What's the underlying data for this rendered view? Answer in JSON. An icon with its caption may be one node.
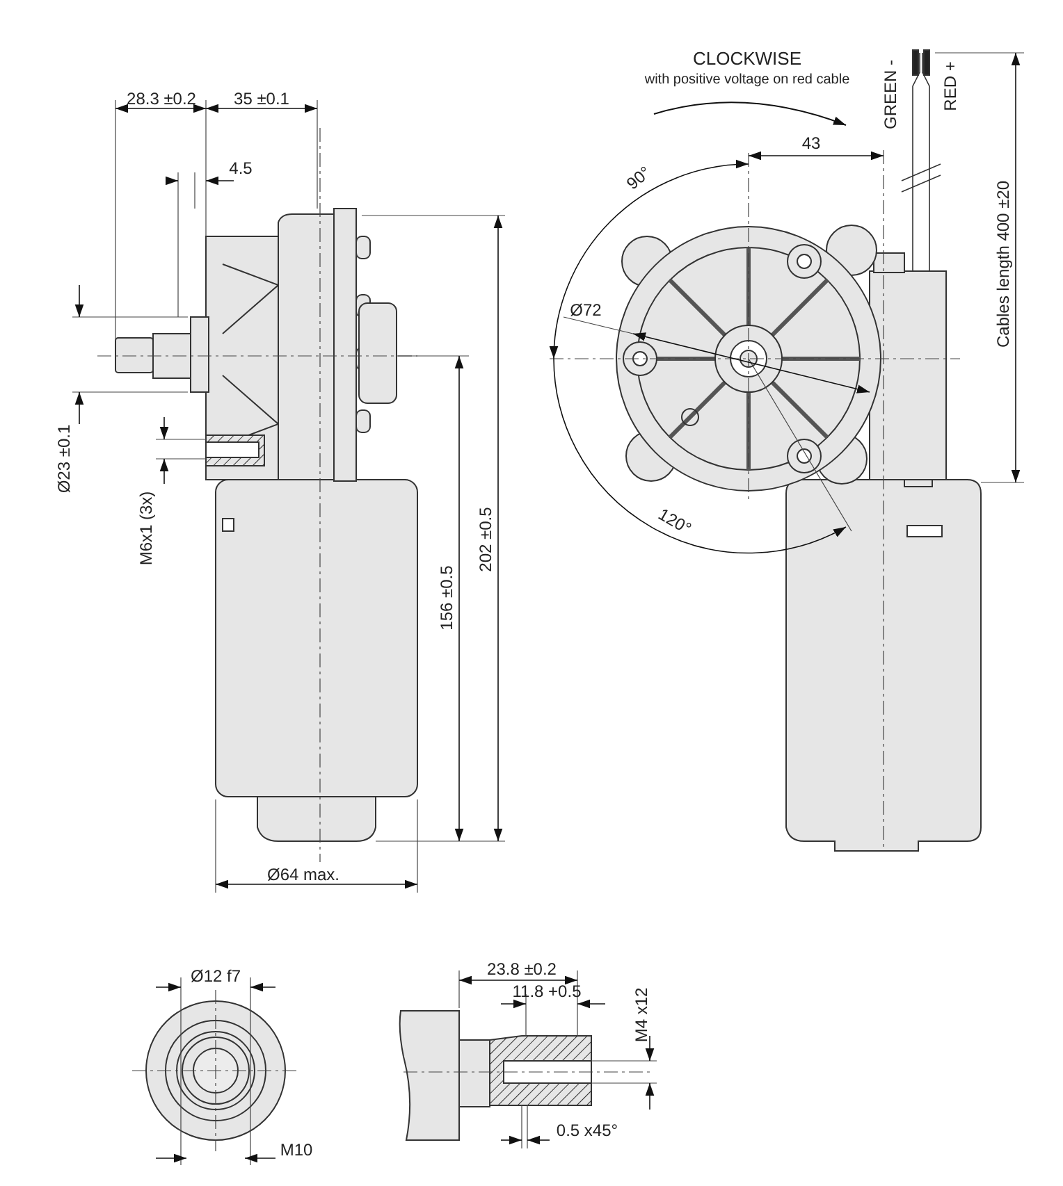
{
  "diagram": {
    "labels": [
      "CLOCKWISE",
      "with positive voltage on red cable",
      "GREEN -",
      "RED +",
      "28.3 ±0.2",
      "35 ±0.1",
      "43",
      "4.5",
      "90°",
      "Ø72",
      "Cables length 400 ±20",
      "Ø23 ±0.1",
      "M6x1 (3x)",
      "156 ±0.5",
      "202 ±0.5",
      "120°",
      "Ø64 max.",
      "Ø12 f7",
      "23.8 ±0.2",
      "11.8 +0.5",
      "M4 x12",
      "M10",
      "0.5 x45°"
    ]
  }
}
